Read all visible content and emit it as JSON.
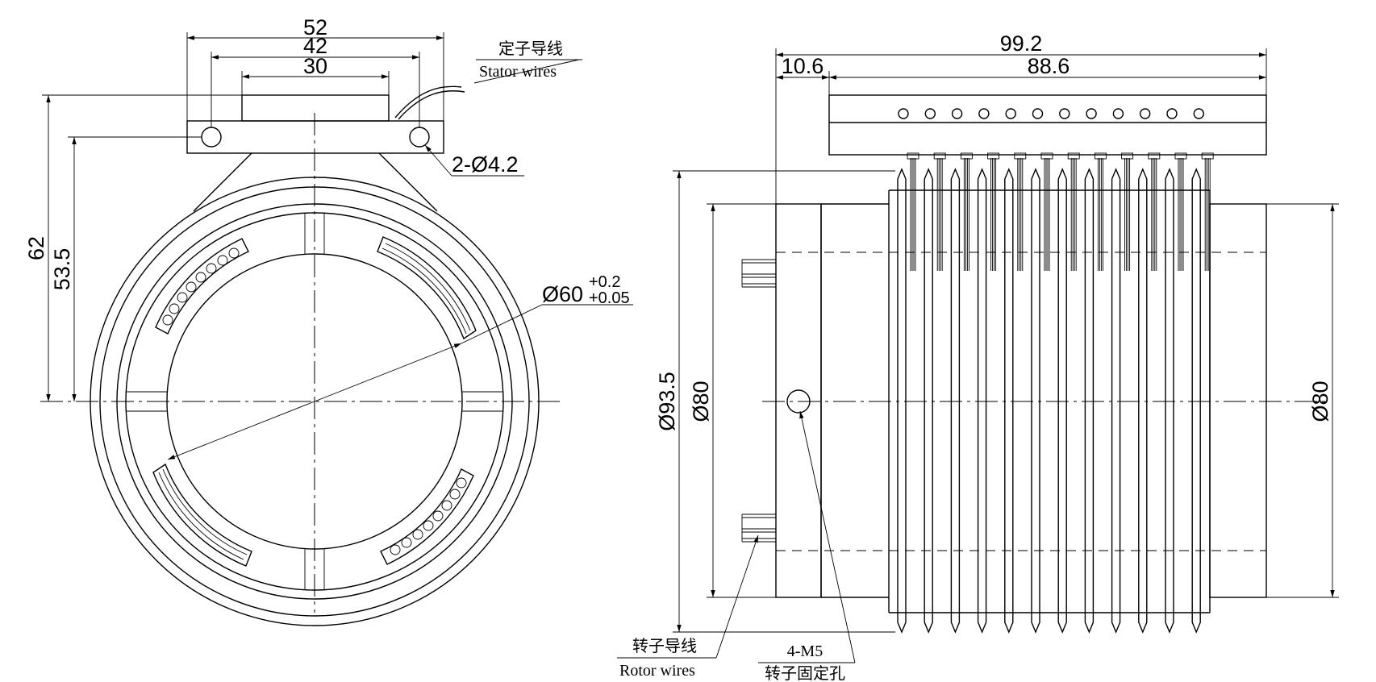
{
  "front_view": {
    "dims": {
      "width_overall": "52",
      "hole_spacing": "42",
      "block_width": "30",
      "height_overall": "62",
      "height_to_holes": "53.5",
      "holes": "2-Ø4.2",
      "bore_main": "Ø60",
      "bore_tol_upper": "+0.2",
      "bore_tol_lower": "+0.05"
    },
    "stator_wires": {
      "cn": "定子导线",
      "en": "Stator wires"
    }
  },
  "side_view": {
    "dims": {
      "length_overall": "99.2",
      "flange_width": "10.6",
      "body_length": "88.6",
      "outer_dia": "Ø93.5",
      "left_dia": "Ø80",
      "right_dia": "Ø80"
    },
    "rotor_wires": {
      "cn": "转子导线",
      "en": "Rotor wires"
    },
    "mount_holes": {
      "spec": "4-M5",
      "cn": "转子固定孔"
    },
    "ring_count": 12
  }
}
